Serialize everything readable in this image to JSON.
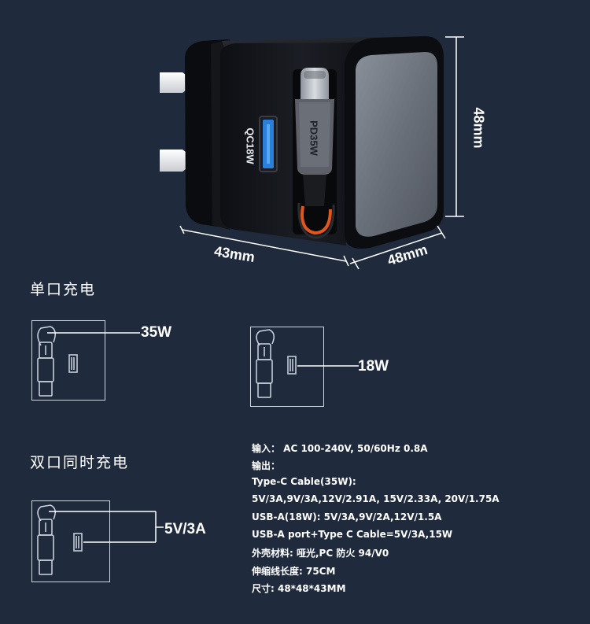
{
  "dimensions": {
    "height": "48mm",
    "width": "43mm",
    "depth": "48mm"
  },
  "product": {
    "usb_a_label": "QC18W",
    "usb_c_label": "PD35W"
  },
  "single_port": {
    "title": "单口充电",
    "typec_watt": "35W",
    "usba_watt": "18W"
  },
  "dual_port": {
    "title": "双口同时充电",
    "watt": "5V/3A"
  },
  "specs": [
    "输入： AC 100-240V, 50/60Hz 0.8A",
    "输出：",
    "Type-C Cable(35W):",
    "5V/3A,9V/3A,12V/2.91A, 15V/2.33A, 20V/1.75A",
    "USB-A(18W): 5V/3A,9V/2A,12V/1.5A",
    "USB-A port+Type C Cable=5V/3A,15W",
    "外壳材料: 哑光,PC 防火 94/V0",
    "伸缩线长度: 75CM",
    "尺寸: 48*48*43MM"
  ],
  "colors": {
    "background": "#1f2a3d",
    "usb_a_port": "#2a7fd8",
    "accent_orange": "#e2551c"
  }
}
